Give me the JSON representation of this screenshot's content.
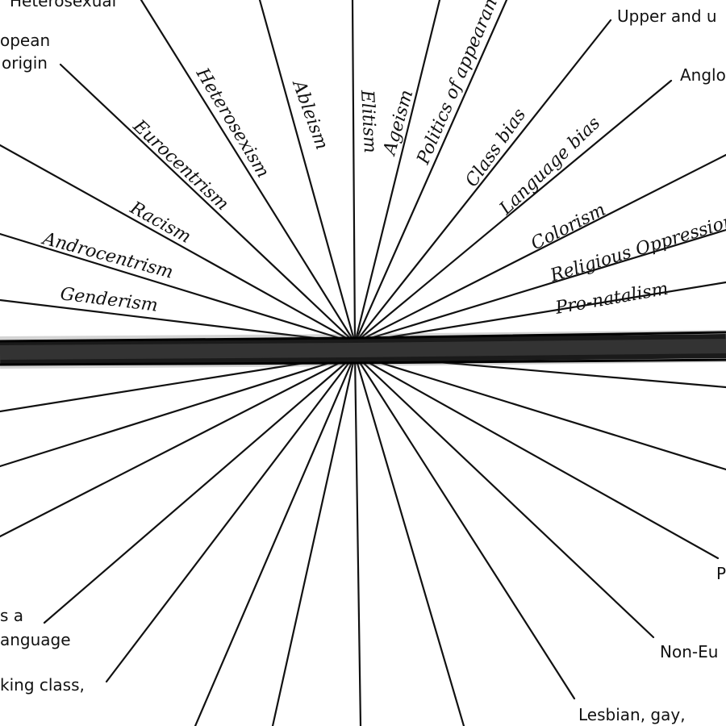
{
  "spoke_labels": [
    {
      "text": "Heterosexism"
    },
    {
      "text": "Ableism"
    },
    {
      "text": "Elitism"
    },
    {
      "text": "Ageism"
    },
    {
      "text": "Politics of appearan"
    },
    {
      "text": "Class bias"
    },
    {
      "text": "Language bias"
    },
    {
      "text": "Colorism"
    },
    {
      "text": "Religious Oppression"
    },
    {
      "text": "Pro-natalism"
    },
    {
      "text": "Eurocentrism"
    },
    {
      "text": "Racism"
    },
    {
      "text": "Androcentrism"
    },
    {
      "text": "Genderism"
    }
  ],
  "end_labels": [
    {
      "text": "Heterosexual"
    },
    {
      "text": "opean"
    },
    {
      "text": "origin"
    },
    {
      "text": "Upper and u"
    },
    {
      "text": "Anglo"
    },
    {
      "text": "s a"
    },
    {
      "text": "anguage"
    },
    {
      "text": "king class,"
    },
    {
      "text": "P"
    },
    {
      "text": "Non-Eu"
    },
    {
      "text": "Lesbian, gay,"
    }
  ]
}
